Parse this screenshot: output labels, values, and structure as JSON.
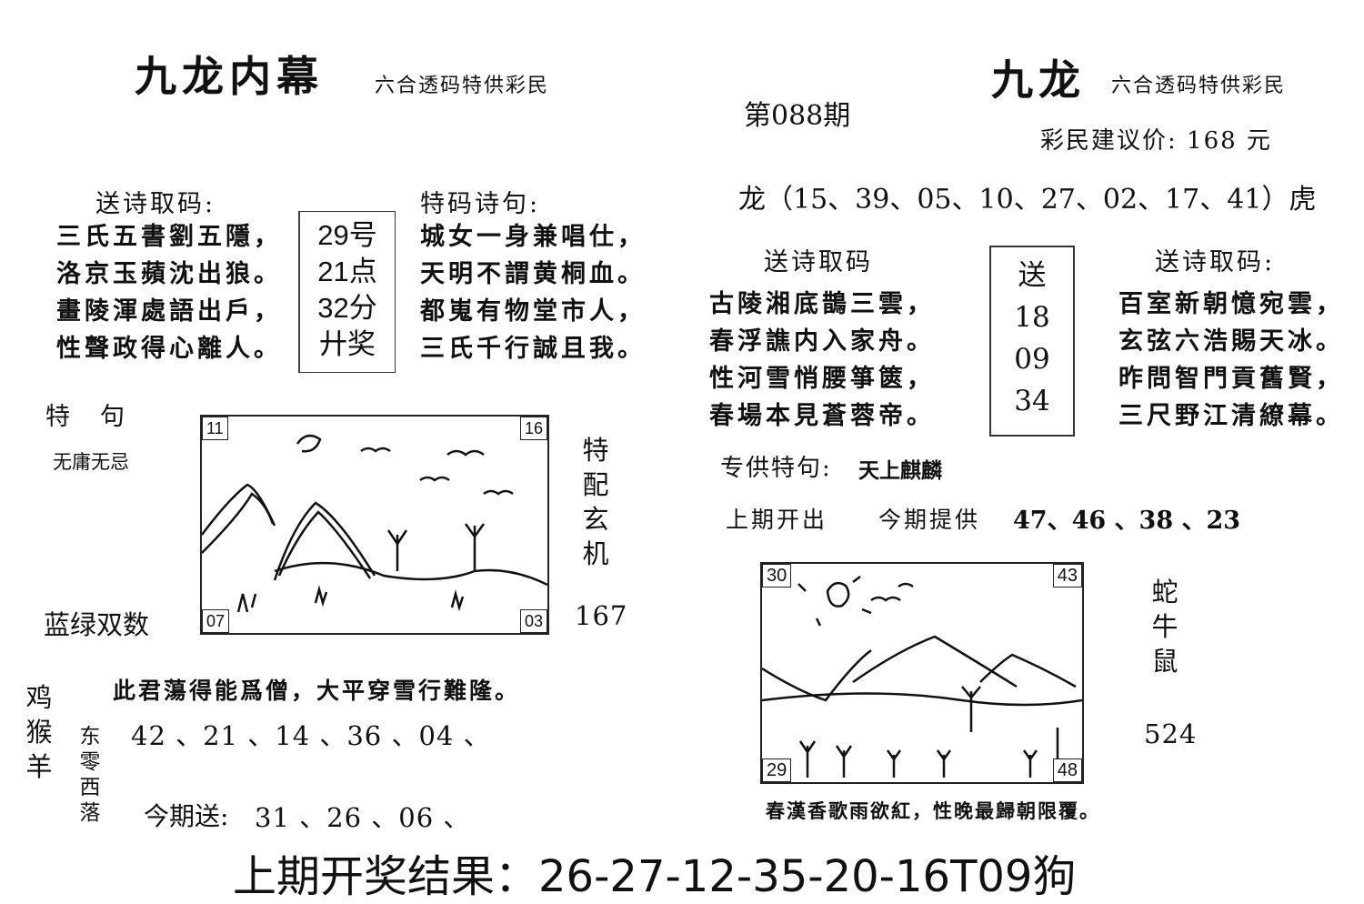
{
  "left": {
    "title": "九龙内幕",
    "subtitle": "六合透码特供彩民",
    "send_poem_header": "送诗取码:",
    "send_poem_lines": [
      "三氏五書劉五隱，",
      "洛京玉蘋沈出狼。",
      "畫陵渾處語出戶，",
      "性聲政得心離人。"
    ],
    "middle_box": [
      "29号",
      "21点",
      "32分",
      "廾奖"
    ],
    "special_poem_header": "特码诗句:",
    "special_poem_lines": [
      "城女一身兼唱仕，",
      "天明不謂黄桐血。",
      "都嵬有物堂市人，",
      "三氏千行誠且我。"
    ],
    "special_phrase_label": "特　句",
    "special_phrase_value": "无庸无忌",
    "picture_corners": {
      "tl": "11",
      "tr": "16",
      "bl": "07",
      "br": "03"
    },
    "side_vertical": [
      "特",
      "配",
      "玄",
      "机"
    ],
    "side_number": "167",
    "color_hint": "蓝绿双数",
    "animals": [
      "鸡",
      "猴",
      "羊"
    ],
    "verse": "此君蕩得能爲僧，大平穿雪行難隆。",
    "number_row": "42 、21 、14 、36 、04 、",
    "direction": [
      "东",
      "零",
      "西",
      "落"
    ],
    "send_label": "今期送:",
    "send_numbers": "31 、26 、06 、"
  },
  "right": {
    "title": "九龙",
    "subtitle": "六合透码特供彩民",
    "issue": "第088期",
    "price": "彩民建议价: 168 元",
    "dragon_tiger": "龙（15、39、05、10、27、02、17、41）虎",
    "send_poem_header_left": "送诗取码",
    "poem_left": [
      "古陵湘底鵲三雲，",
      "春浮譙内入家舟。",
      "性河雪悄腰箏篋，",
      "春場本見蒼蓉帝。"
    ],
    "mid_box": [
      "送",
      "18",
      "09",
      "34"
    ],
    "send_poem_header_right": "送诗取码:",
    "poem_right": [
      "百室新朝憶宛雲，",
      "玄弦六浩賜天冰。",
      "昨問智門貢舊賢，",
      "三尺野江清繚幕。"
    ],
    "special_label": "专供特句:",
    "special_value": "天上麒麟",
    "last_issue_label": "上期开出",
    "provide_label": "今期提供",
    "provide_numbers": "47、46 、38 、23",
    "picture_corners": {
      "tl": "30",
      "tr": "43",
      "bl": "29",
      "br": "48"
    },
    "side_vertical": [
      "蛇",
      "牛",
      "鼠"
    ],
    "side_number": "524",
    "verse": "春漢香歌雨欲紅，性晚最歸朝限覆。"
  },
  "footer": {
    "result": "上期开奖结果：26-27-12-35-20-16T09狗"
  }
}
